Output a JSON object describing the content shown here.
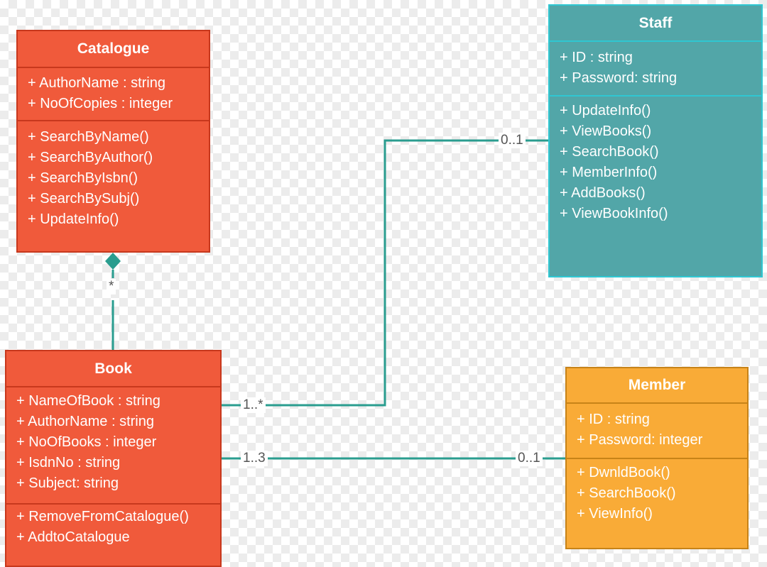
{
  "classes": {
    "catalogue": {
      "name": "Catalogue",
      "attributes": [
        "+ AuthorName : string",
        "+ NoOfCopies : integer"
      ],
      "operations": [
        "+ SearchByName()",
        "+ SearchByAuthor()",
        "+ SearchByIsbn()",
        "+ SearchBySubj()",
        "+ UpdateInfo()"
      ]
    },
    "book": {
      "name": "Book",
      "attributes": [
        "+ NameOfBook : string",
        "+ AuthorName : string",
        "+ NoOfBooks : integer",
        "+ IsdnNo : string",
        "+ Subject: string"
      ],
      "operations": [
        "+ RemoveFromCatalogue()",
        "+ AddtoCatalogue"
      ]
    },
    "staff": {
      "name": "Staff",
      "attributes": [
        "+ ID : string",
        "+ Password: string"
      ],
      "operations": [
        "+ UpdateInfo()",
        "+ ViewBooks()",
        "+ SearchBook()",
        "+ MemberInfo()",
        "+ AddBooks()",
        "+ ViewBookInfo()"
      ]
    },
    "member": {
      "name": "Member",
      "attributes": [
        "+ ID : string",
        "+ Password: integer"
      ],
      "operations": [
        "+ DwnldBook()",
        "+ SearchBook()",
        "+ ViewInfo()"
      ]
    }
  },
  "relations": {
    "catalogue_book": {
      "type": "composition",
      "book_multiplicity": "*"
    },
    "book_staff": {
      "book_multiplicity": "1..*",
      "staff_multiplicity": "0..1"
    },
    "book_member": {
      "book_multiplicity": "1..3",
      "member_multiplicity": "0..1"
    }
  },
  "colors": {
    "catalogue_book_fill": "#f05a3b",
    "staff_fill": "#52a6a8",
    "member_fill": "#f9ab37",
    "connector": "#2a9d8f"
  }
}
